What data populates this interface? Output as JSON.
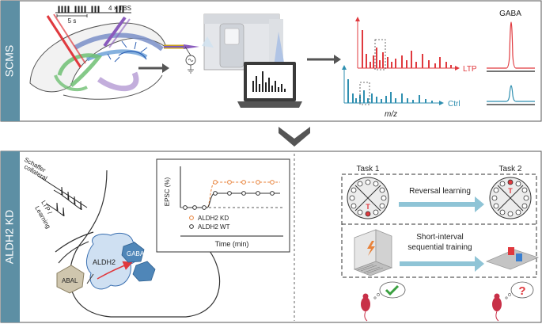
{
  "top_panel": {
    "side_label": "SCMS",
    "stim_time": "5 s",
    "stim_protocol": "4 × TBS",
    "spectrum_ltp_label": "LTP",
    "spectrum_ctrl_label": "Ctrl",
    "mz_label": "m/z",
    "gaba_label": "GABA"
  },
  "bottom_panel": {
    "side_label": "ALDH2 KD",
    "schaffer_label_1": "Schaffer",
    "schaffer_label_2": "collateral",
    "ltp_learning_1": "LTP /",
    "ltp_learning_2": "Learning",
    "aldh2_label": "ALDH2",
    "gaba_label": "GABA",
    "abal_label": "ABAL",
    "graph_ylabel": "EPSC (%)",
    "graph_xlabel": "Time (min)",
    "legend_kd": "ALDH2 KD",
    "legend_wt": "ALDH2 WT",
    "task1_label": "Task 1",
    "task2_label": "Task 2",
    "reversal_label": "Reversal learning",
    "short_interval_1": "Short-interval",
    "short_interval_2": "sequential training",
    "maze_target": "T",
    "question_mark": "?"
  },
  "colors": {
    "side_band": "#5d8fa4",
    "ltp_red": "#e0393e",
    "ctrl_teal": "#2f8fb0",
    "kd_orange": "#e8823a",
    "arrow_blue": "#8fc4d6",
    "check_green": "#3aa040",
    "mouse_red": "#c83048"
  }
}
